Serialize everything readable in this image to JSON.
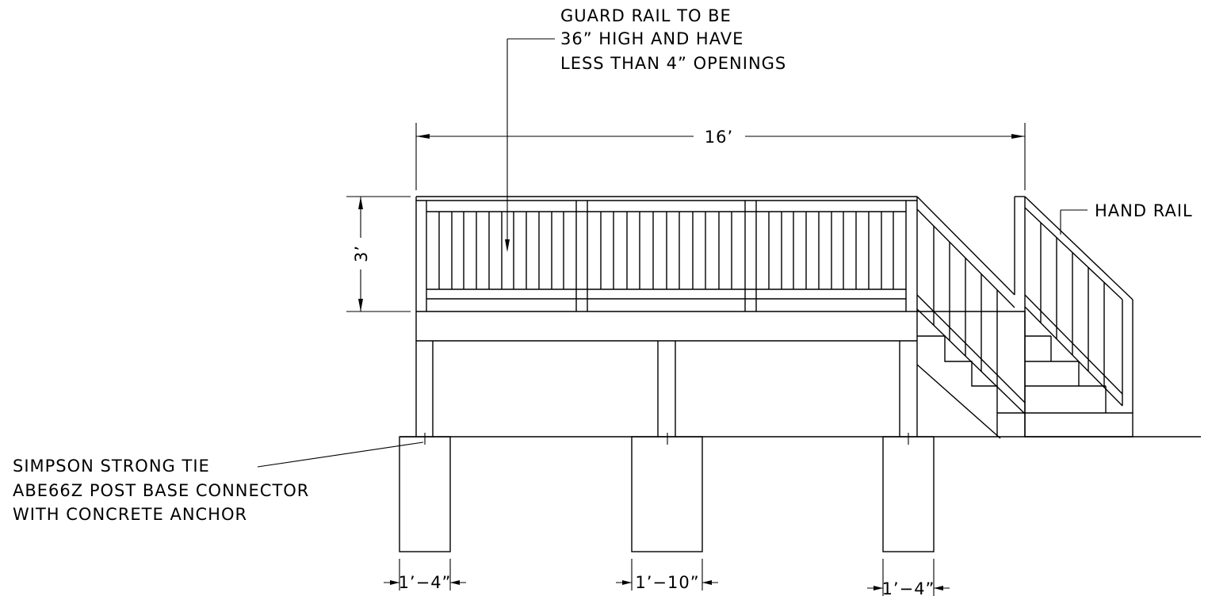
{
  "notes": {
    "guard_rail": [
      "GUARD RAIL TO BE",
      "36” HIGH AND HAVE",
      "LESS THAN 4” OPENINGS"
    ],
    "hand_rail": "HAND RAIL",
    "post_base": [
      "SIMPSON STRONG TIE",
      "ABE66Z POST BASE CONNECTOR",
      "WITH CONCRETE ANCHOR"
    ]
  },
  "dimensions": {
    "overall_width": "16’",
    "rail_height": "3’",
    "footing_left": "1’−4”",
    "footing_center": "1’−10”",
    "footing_right": "1’−4”"
  }
}
